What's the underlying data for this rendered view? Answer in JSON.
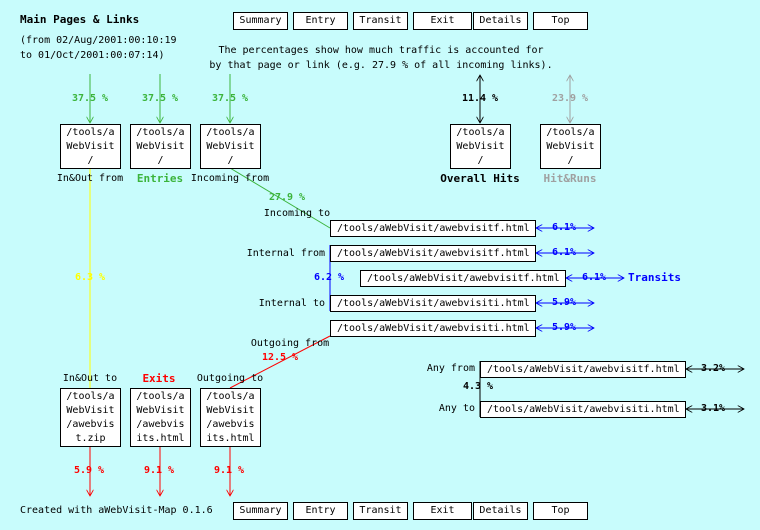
{
  "title": "Main Pages & Links",
  "date_range": [
    "(from 02/Aug/2001:00:10:19",
    "to 01/Oct/2001:00:07:14)"
  ],
  "explanation": [
    "The percentages show how much traffic is accounted for",
    "by that page or link (e.g. 27.9 % of all incoming links)."
  ],
  "nav": [
    "Summary",
    "Entry",
    "Transit",
    "Exit",
    "Details",
    "Top"
  ],
  "top_pages": {
    "inout_from": {
      "label": "In&Out from",
      "page": [
        "/tools/a",
        "WebVisit",
        "/"
      ],
      "pct": "37.5 %"
    },
    "entries": {
      "label": "Entries",
      "page": [
        "/tools/a",
        "WebVisit",
        "/"
      ],
      "pct": "37.5 %"
    },
    "incoming_from": {
      "label": "Incoming from",
      "page": [
        "/tools/a",
        "WebVisit",
        "/"
      ],
      "pct": "37.5 %"
    },
    "overall": {
      "label": "Overall Hits",
      "page": [
        "/tools/a",
        "WebVisit",
        "/"
      ],
      "pct": "11.4 %"
    },
    "hitruns": {
      "label": "Hit&Runs",
      "page": [
        "/tools/a",
        "WebVisit",
        "/"
      ],
      "pct": "23.9 %"
    }
  },
  "links": {
    "incoming_pct": "27.9 %",
    "incoming_to": {
      "label": "Incoming to",
      "page": "/tools/aWebVisit/awebvisitf.html",
      "pct": "6.1%"
    },
    "internal_from": {
      "label": "Internal from",
      "page": "/tools/aWebVisit/awebvisitf.html",
      "pct": "6.1%"
    },
    "internal_pct": "6.2 %",
    "transit": {
      "label": "Transits",
      "page": "/tools/aWebVisit/awebvisitf.html",
      "pct": "6.1%"
    },
    "internal_to": {
      "label": "Internal to",
      "page": "/tools/aWebVisit/awebvisiti.html",
      "pct": "5.9%"
    },
    "outgoing_from": {
      "label": "Outgoing from",
      "page": "/tools/aWebVisit/awebvisiti.html",
      "pct": "5.9%"
    },
    "outgoing_pct": "12.5 %",
    "inout_pct": "6.3 %",
    "any_from": {
      "label": "Any from",
      "page": "/tools/aWebVisit/awebvisitf.html",
      "pct": "3.2%"
    },
    "any_pct": "4.3 %",
    "any_to": {
      "label": "Any to",
      "page": "/tools/aWebVisit/awebvisiti.html",
      "pct": "3.1%"
    }
  },
  "bottom_pages": {
    "inout_to": {
      "label": "In&Out to",
      "page": [
        "/tools/a",
        "WebVisit",
        "/awebvis",
        "t.zip"
      ],
      "pct": "5.9 %"
    },
    "exits": {
      "label": "Exits",
      "page": [
        "/tools/a",
        "WebVisit",
        "/awebvis",
        "its.html"
      ],
      "pct": "9.1 %"
    },
    "outgoing_to": {
      "label": "Outgoing to",
      "page": [
        "/tools/a",
        "WebVisit",
        "/awebvis",
        "its.html"
      ],
      "pct": "9.1 %"
    }
  },
  "footer": "Created with aWebVisit-Map 0.1.6",
  "colors": {
    "bg": "#c8fcfc",
    "green": "#3cb43c",
    "blue": "#0000ff",
    "red": "#ff0000",
    "grey": "#a0a0a0",
    "yellow": "#ffff00"
  }
}
